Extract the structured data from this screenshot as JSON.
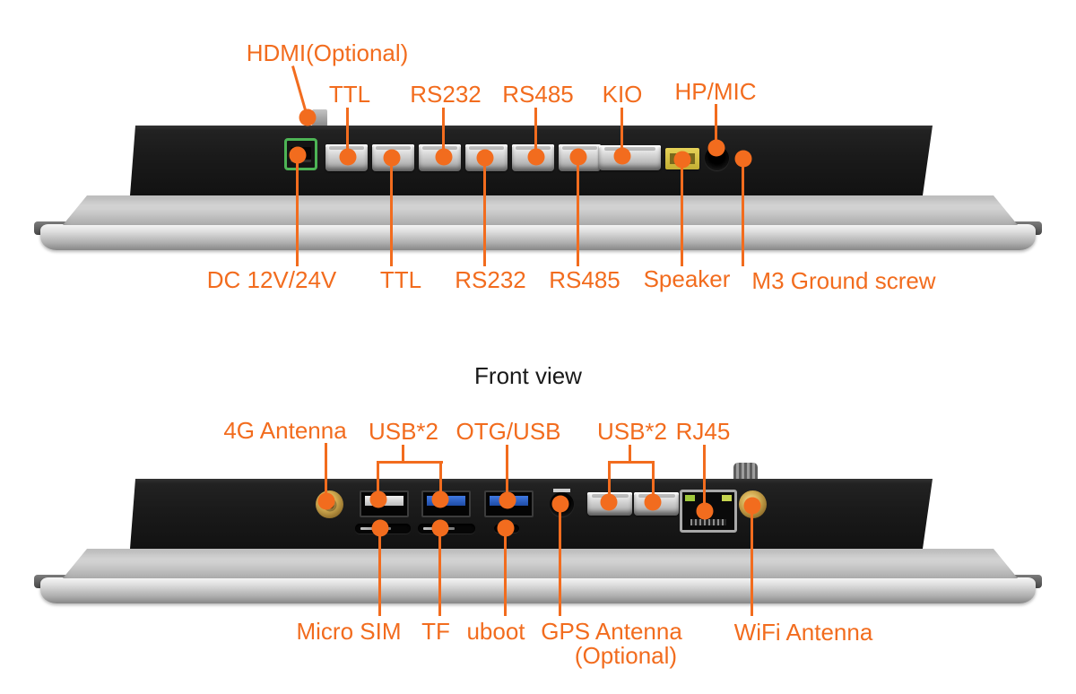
{
  "caption": "Front view",
  "colors": {
    "accent": "#F26C1E",
    "caption_text": "#191919",
    "terminal_green": "#4DB455",
    "usb3_blue": "#2F6BD0",
    "speaker_yellow": "#D9C544",
    "antenna_gold": "#C9A84E"
  },
  "top_view": {
    "labels_above": [
      "HDMI(Optional)",
      "TTL",
      "RS232",
      "RS485",
      "KIO",
      "HP/MIC"
    ],
    "labels_below": [
      "DC 12V/24V",
      "TTL",
      "RS232",
      "RS485",
      "Speaker",
      "M3 Ground screw"
    ]
  },
  "bottom_view": {
    "labels_above": [
      "4G Antenna",
      "USB*2",
      "OTG/USB",
      "USB*2",
      "RJ45"
    ],
    "labels_below": [
      "Micro SIM",
      "TF",
      "uboot",
      "GPS Antenna",
      "(Optional)",
      "WiFi Antenna"
    ]
  }
}
